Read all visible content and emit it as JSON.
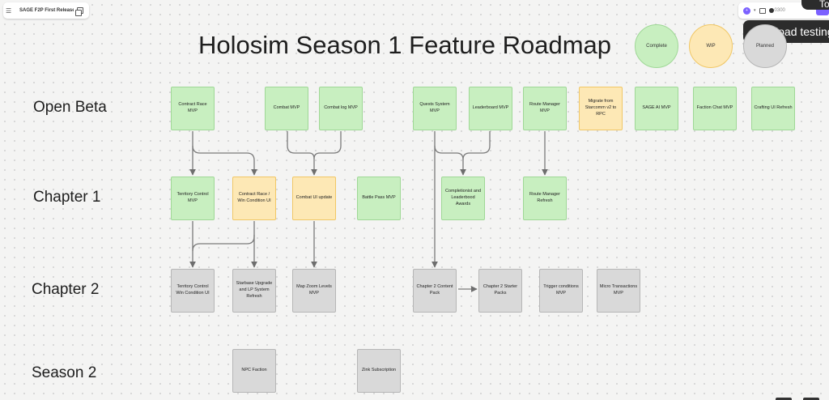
{
  "toolbar": {
    "file_name": "SAGE F2P First Release",
    "menu_icon": "menu-icon",
    "copy_icon": "copy-icon",
    "avatar_initial": "+",
    "timer": "0300"
  },
  "tooltip": {
    "text": "The load testing"
  },
  "corner_label": {
    "text": "To"
  },
  "title": "Holosim Season 1 Feature Roadmap",
  "legend": [
    {
      "key": "complete",
      "label": "Complete",
      "fill": "#c8efc0",
      "stroke": "#9fd896"
    },
    {
      "key": "wip",
      "label": "WIP",
      "fill": "#fde8b5",
      "stroke": "#f1c765"
    },
    {
      "key": "planned",
      "label": "Planned",
      "fill": "#d9d9d9",
      "stroke": "#b6b6b6"
    }
  ],
  "rows": [
    {
      "id": "open-beta",
      "label": "Open Beta"
    },
    {
      "id": "chapter-1",
      "label": "Chapter 1"
    },
    {
      "id": "chapter-2",
      "label": "Chapter 2"
    },
    {
      "id": "season-2",
      "label": "Season 2"
    }
  ],
  "nodes": [
    {
      "id": "contract-race-mvp",
      "label": "Contract Race MVP",
      "status": "complete"
    },
    {
      "id": "combat-mvp",
      "label": "Combat MVP",
      "status": "complete"
    },
    {
      "id": "combat-log-mvp",
      "label": "Combat log MVP",
      "status": "complete"
    },
    {
      "id": "quests-system-mvp",
      "label": "Quests System MVP",
      "status": "complete"
    },
    {
      "id": "leaderboard-mvp",
      "label": "Leaderboard MVP",
      "status": "complete"
    },
    {
      "id": "route-manager-mvp",
      "label": "Route Manager MVP",
      "status": "complete"
    },
    {
      "id": "migrate-rpc",
      "label": "Migrate from Starcomm v2 to RPC",
      "status": "wip"
    },
    {
      "id": "sage-ai-mvp",
      "label": "SAGE AI MVP",
      "status": "complete"
    },
    {
      "id": "faction-chat-mvp",
      "label": "Faction Chat MVP",
      "status": "complete"
    },
    {
      "id": "crafting-ui-refresh",
      "label": "Crafting UI Refresh",
      "status": "complete"
    },
    {
      "id": "territory-control-mvp",
      "label": "Territory Control MVP",
      "status": "complete"
    },
    {
      "id": "contract-race-win-ui",
      "label": "Contract Race / Win Condition UI",
      "status": "wip"
    },
    {
      "id": "combat-ui-update",
      "label": "Combat UI update",
      "status": "wip"
    },
    {
      "id": "battle-pass-mvp",
      "label": "Battle Pass MVP",
      "status": "complete"
    },
    {
      "id": "completionist-awards",
      "label": "Completionist and Leaderbood Awards",
      "status": "complete"
    },
    {
      "id": "route-manager-refresh",
      "label": "Route Manager Refresh",
      "status": "complete"
    },
    {
      "id": "territory-win-ui",
      "label": "Territory Control Win Condition UI",
      "status": "planned"
    },
    {
      "id": "starbase-upgrade",
      "label": "Starbase Upgrade and LP System Refresh",
      "status": "planned"
    },
    {
      "id": "map-zoom-levels",
      "label": "Map Zoom Levels MVP",
      "status": "planned"
    },
    {
      "id": "chapter2-content-pack",
      "label": "Chapter 2 Content Pack",
      "status": "planned"
    },
    {
      "id": "chapter2-starter-packs",
      "label": "Chapter 2 Starter Packs",
      "status": "planned"
    },
    {
      "id": "trigger-conditions-mvp",
      "label": "Trigger conditions MVP",
      "status": "planned"
    },
    {
      "id": "micro-transactions-mvp",
      "label": "Micro Transactions MVP",
      "status": "planned"
    },
    {
      "id": "npc-faction",
      "label": "NPC Faction",
      "status": "planned"
    },
    {
      "id": "zink-subscription",
      "label": "Zink Subscription",
      "status": "planned"
    }
  ],
  "edges": [
    [
      "contract-race-mvp",
      "territory-control-mvp"
    ],
    [
      "contract-race-mvp",
      "contract-race-win-ui"
    ],
    [
      "combat-mvp",
      "combat-ui-update"
    ],
    [
      "combat-log-mvp",
      "combat-ui-update"
    ],
    [
      "quests-system-mvp",
      "completionist-awards"
    ],
    [
      "leaderboard-mvp",
      "completionist-awards"
    ],
    [
      "quests-system-mvp",
      "chapter2-content-pack"
    ],
    [
      "route-manager-mvp",
      "route-manager-refresh"
    ],
    [
      "territory-control-mvp",
      "territory-win-ui"
    ],
    [
      "contract-race-win-ui",
      "territory-win-ui"
    ],
    [
      "contract-race-win-ui",
      "starbase-upgrade"
    ],
    [
      "combat-ui-update",
      "map-zoom-levels"
    ],
    [
      "chapter2-content-pack",
      "chapter2-starter-packs"
    ]
  ]
}
